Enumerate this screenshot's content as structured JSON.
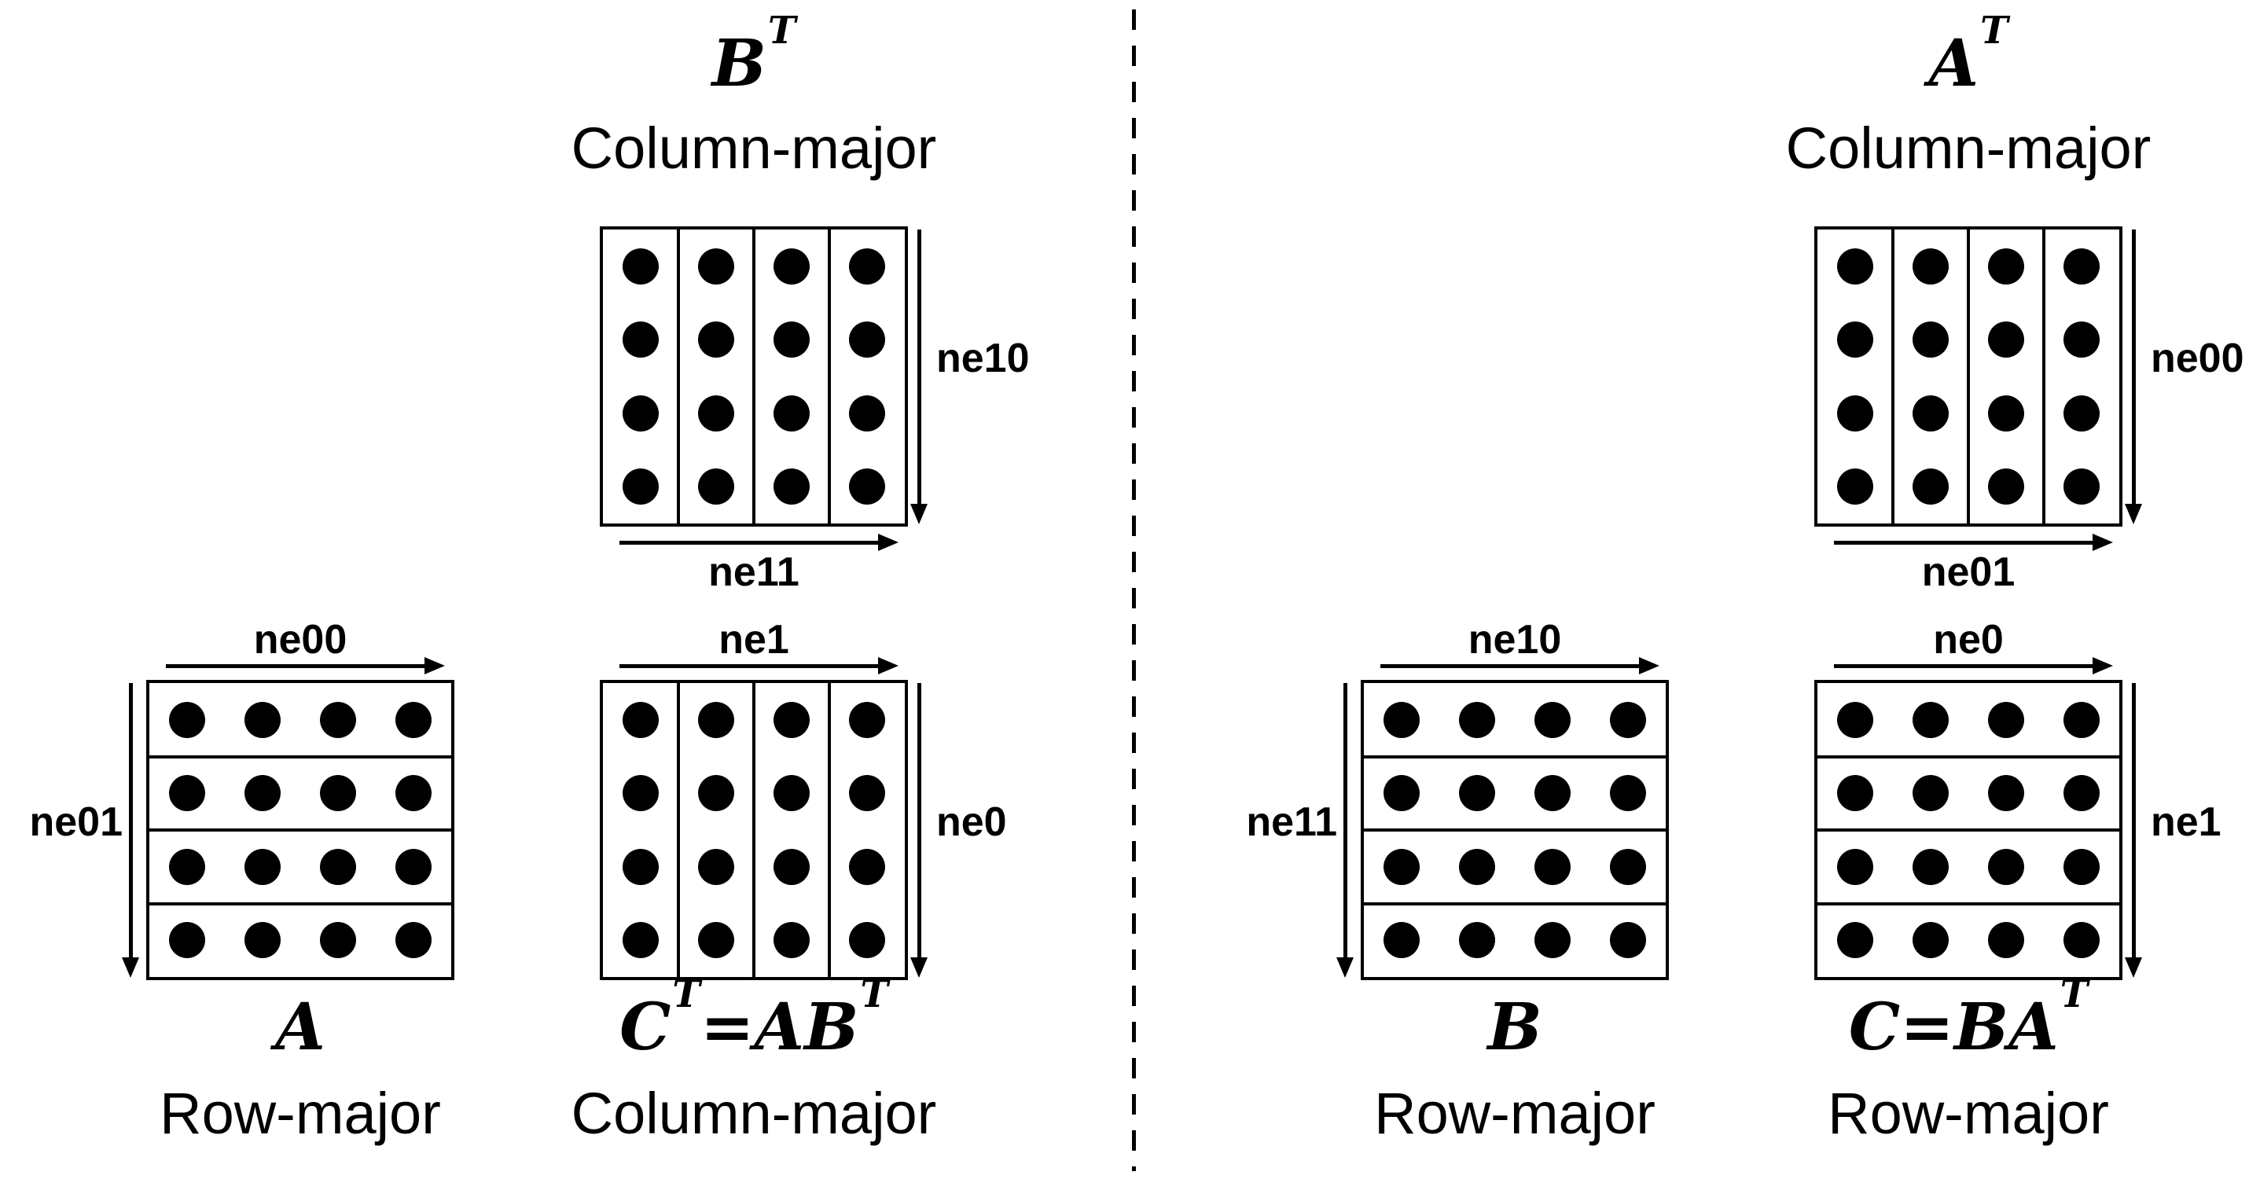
{
  "colors": {
    "ink": "#000000",
    "background": "#ffffff"
  },
  "panels": {
    "bt": {
      "formula": [
        {
          "t": "B"
        },
        {
          "t": "T",
          "sup": true
        }
      ],
      "storage": "Column-major",
      "v_label": "ne10",
      "h_label": "ne11",
      "grid": {
        "rows": 4,
        "cols": 4,
        "orientation": "column-major"
      }
    },
    "a": {
      "formula": [
        {
          "t": "A"
        }
      ],
      "storage": "Row-major",
      "h_label": "ne00",
      "v_label": "ne01",
      "grid": {
        "rows": 4,
        "cols": 4,
        "orientation": "row-major"
      }
    },
    "ct": {
      "formula": [
        {
          "t": "C"
        },
        {
          "t": "T",
          "sup": true
        },
        {
          "t": "=AB"
        },
        {
          "t": "T",
          "sup": true
        }
      ],
      "storage": "Column-major",
      "h_label": "ne1",
      "v_label": "ne0",
      "grid": {
        "rows": 4,
        "cols": 4,
        "orientation": "column-major"
      }
    },
    "at": {
      "formula": [
        {
          "t": "A"
        },
        {
          "t": "T",
          "sup": true
        }
      ],
      "storage": "Column-major",
      "v_label": "ne00",
      "h_label": "ne01",
      "grid": {
        "rows": 4,
        "cols": 4,
        "orientation": "column-major"
      }
    },
    "b": {
      "formula": [
        {
          "t": "B"
        }
      ],
      "storage": "Row-major",
      "h_label": "ne10",
      "v_label": "ne11",
      "grid": {
        "rows": 4,
        "cols": 4,
        "orientation": "row-major"
      }
    },
    "c": {
      "formula": [
        {
          "t": "C"
        },
        {
          "t": "=BA"
        },
        {
          "t": "T",
          "sup": true
        }
      ],
      "storage": "Row-major",
      "h_label": "ne0",
      "v_label": "ne1",
      "grid": {
        "rows": 4,
        "cols": 4,
        "orientation": "row-major"
      }
    }
  }
}
